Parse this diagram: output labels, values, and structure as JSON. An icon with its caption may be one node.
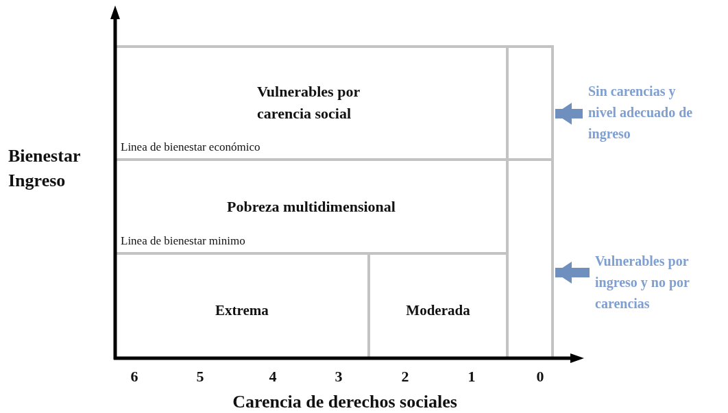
{
  "diagram": {
    "nodes": [
      {
        "text": [
          "Vulnerables por carencia social",
          "Linea de bienestar económico"
        ]
      },
      {
        "text": [
          "Pobreza multidimensional",
          "Linea de bienestar minimo"
        ]
      },
      {
        "text": [
          "Extrema"
        ]
      },
      {
        "text": [
          "Moderada"
        ]
      },
      {
        "text": [],
        "shape": "box"
      },
      {
        "text": [],
        "shape": "box"
      },
      {
        "text": [
          "Sin carencias y nivel adecuado de ingreso"
        ]
      },
      {
        "text": [
          "Vulnerables por ingreso y no por carencias"
        ]
      }
    ],
    "edges": [
      {
        "from": 6,
        "to": 4,
        "arrow": "to",
        "color": "#6f8fbf"
      },
      {
        "from": 7,
        "to": 5,
        "arrow": "to",
        "color": "#6f8fbf"
      }
    ],
    "labels": [
      "Bienestar Ingreso",
      "6",
      "5",
      "4",
      "3",
      "2",
      "1",
      "0",
      "Carencia de derechos sociales"
    ]
  }
}
